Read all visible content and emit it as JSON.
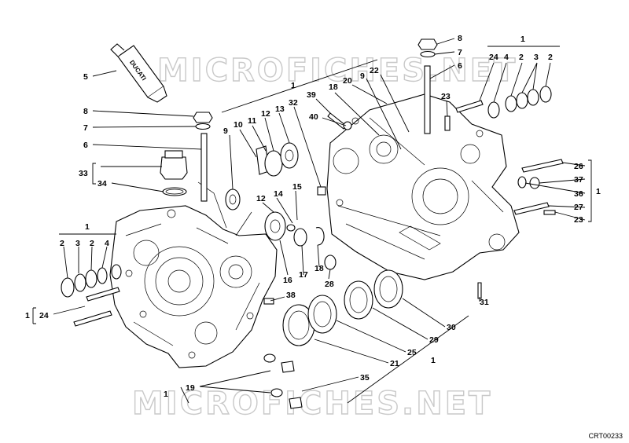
{
  "diagram": {
    "watermark": "MICROFICHES.NET",
    "brand_on_tube": "DUCATI",
    "code": "CRT00233",
    "callouts": [
      {
        "id": "c5",
        "t": "5"
      },
      {
        "id": "c8a",
        "t": "8"
      },
      {
        "id": "c7a",
        "t": "7"
      },
      {
        "id": "c6a",
        "t": "6"
      },
      {
        "id": "c33",
        "t": "33"
      },
      {
        "id": "c34",
        "t": "34"
      },
      {
        "id": "g1a",
        "t": "1"
      },
      {
        "id": "c2a",
        "t": "2"
      },
      {
        "id": "c3a",
        "t": "3"
      },
      {
        "id": "c2b",
        "t": "2"
      },
      {
        "id": "c4a",
        "t": "4"
      },
      {
        "id": "g1b",
        "t": "1"
      },
      {
        "id": "c24a",
        "t": "24"
      },
      {
        "id": "g1c",
        "t": "1"
      },
      {
        "id": "c9a",
        "t": "9"
      },
      {
        "id": "c10",
        "t": "10"
      },
      {
        "id": "c11",
        "t": "11"
      },
      {
        "id": "c12a",
        "t": "12"
      },
      {
        "id": "c13",
        "t": "13"
      },
      {
        "id": "c32",
        "t": "32"
      },
      {
        "id": "c39",
        "t": "39"
      },
      {
        "id": "c40",
        "t": "40"
      },
      {
        "id": "c18a",
        "t": "18"
      },
      {
        "id": "c20",
        "t": "20"
      },
      {
        "id": "c9b",
        "t": "9"
      },
      {
        "id": "c22",
        "t": "22"
      },
      {
        "id": "c8b",
        "t": "8"
      },
      {
        "id": "c7b",
        "t": "7"
      },
      {
        "id": "c6b",
        "t": "6"
      },
      {
        "id": "g1d",
        "t": "1"
      },
      {
        "id": "c24b",
        "t": "24"
      },
      {
        "id": "c4b",
        "t": "4"
      },
      {
        "id": "c2c",
        "t": "2"
      },
      {
        "id": "c3b",
        "t": "3"
      },
      {
        "id": "c2d",
        "t": "2"
      },
      {
        "id": "c23a",
        "t": "23"
      },
      {
        "id": "c26",
        "t": "26"
      },
      {
        "id": "c37",
        "t": "37"
      },
      {
        "id": "c36",
        "t": "36"
      },
      {
        "id": "c27",
        "t": "27"
      },
      {
        "id": "c23b",
        "t": "23"
      },
      {
        "id": "g1e",
        "t": "1"
      },
      {
        "id": "c14",
        "t": "14"
      },
      {
        "id": "c15",
        "t": "15"
      },
      {
        "id": "c12b",
        "t": "12"
      },
      {
        "id": "c16",
        "t": "16"
      },
      {
        "id": "c17",
        "t": "17"
      },
      {
        "id": "c18b",
        "t": "18"
      },
      {
        "id": "c28",
        "t": "28"
      },
      {
        "id": "c38",
        "t": "38"
      },
      {
        "id": "c31",
        "t": "31"
      },
      {
        "id": "c30",
        "t": "30"
      },
      {
        "id": "c29",
        "t": "29"
      },
      {
        "id": "c25",
        "t": "25"
      },
      {
        "id": "c21",
        "t": "21"
      },
      {
        "id": "g1f",
        "t": "1"
      },
      {
        "id": "c35",
        "t": "35"
      },
      {
        "id": "c19",
        "t": "19"
      },
      {
        "id": "g1g",
        "t": "1"
      }
    ]
  }
}
